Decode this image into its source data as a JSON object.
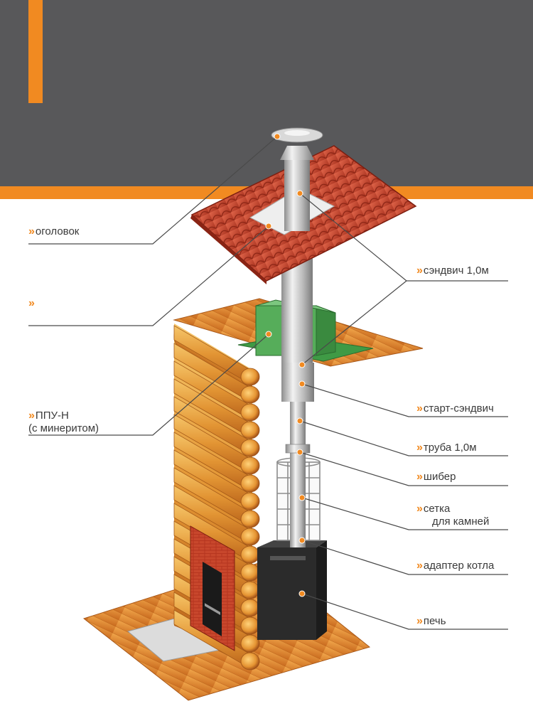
{
  "colors": {
    "header": "#58585a",
    "accent": "#f18a21",
    "roof": "#c9452f",
    "wood": "#e08a2e",
    "insulation": "#3f9a45",
    "steel": "#c9c9c9",
    "stove": "#2b2b2b",
    "brick": "#b5341f",
    "leader_line": "#4a4a4a"
  },
  "labels": {
    "cap": "оголовок",
    "passthrough": "",
    "ppu_line1": "ППУ-Н",
    "ppu_line2": "(с минеритом)",
    "sandwich": "сэндвич 1,0м",
    "start_sandwich": "старт-сэндвич",
    "pipe": "труба 1,0м",
    "damper": "шибер",
    "mesh_line1": "сетка",
    "mesh_line2": "для камней",
    "boiler_adapter": "адаптер котла",
    "stove": "печь"
  },
  "marker": "»"
}
